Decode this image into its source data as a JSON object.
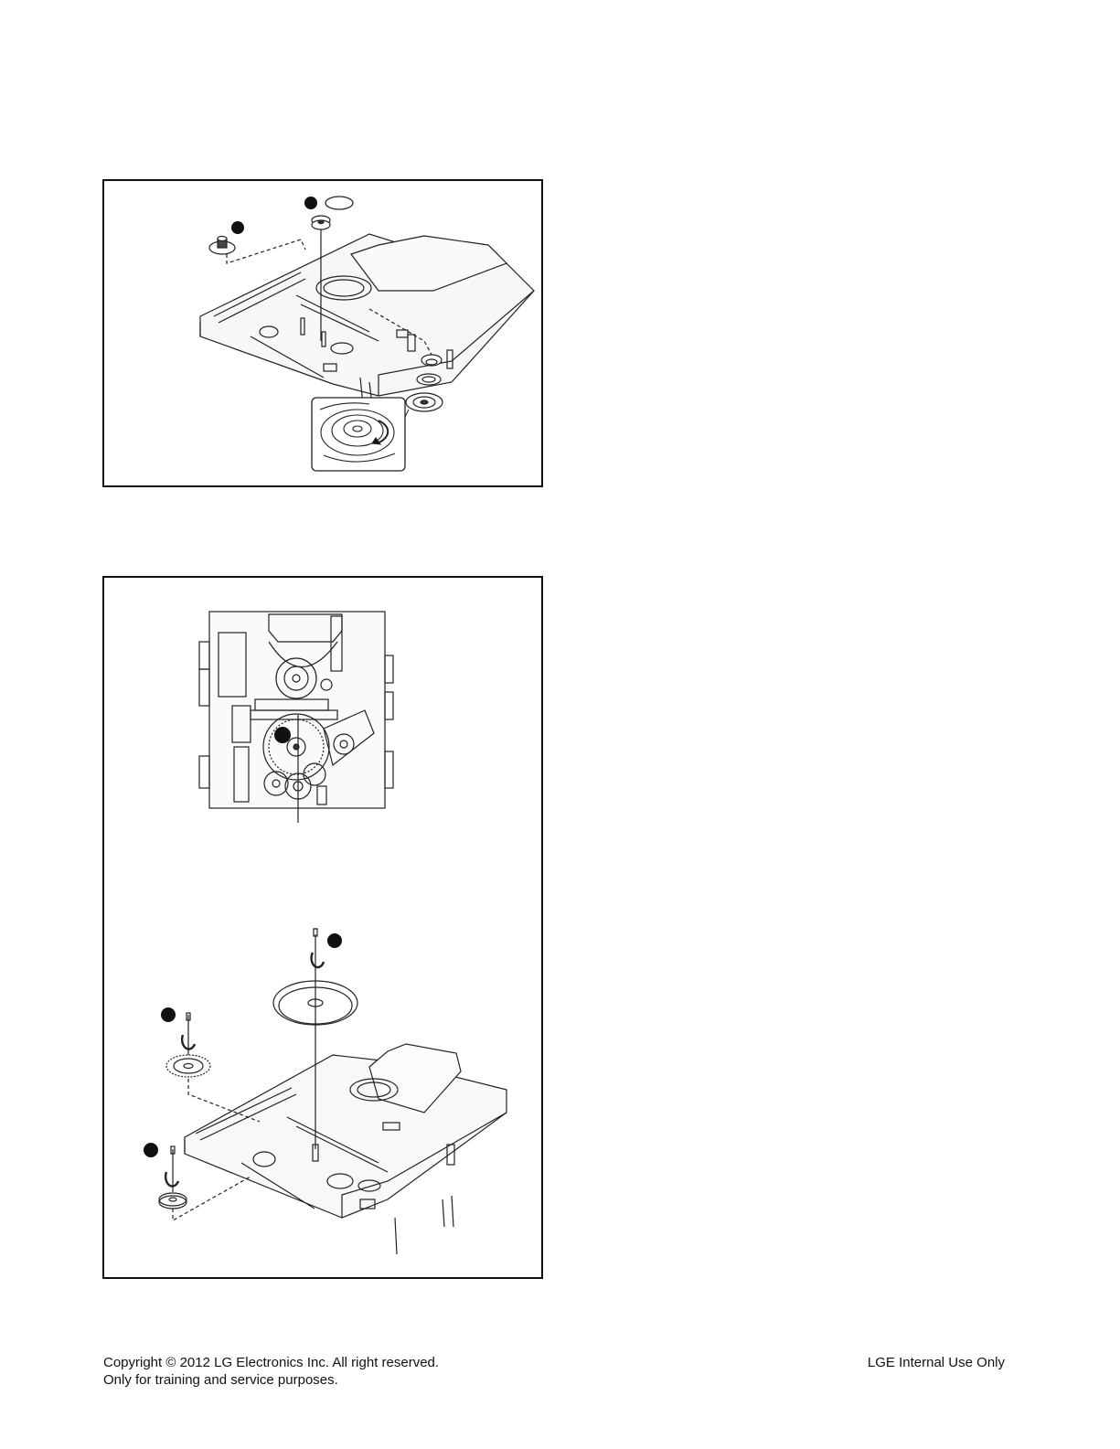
{
  "footer": {
    "copyright": "Copyright © 2012 LG Electronics Inc. All right reserved.",
    "purpose": "Only for training and service purposes.",
    "internal": "LGE Internal Use Only"
  }
}
